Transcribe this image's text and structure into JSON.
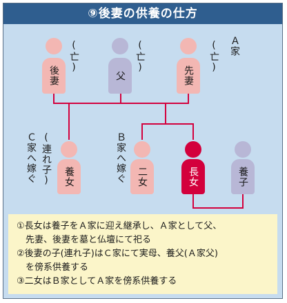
{
  "title": "⑨後妻の供養の仕方",
  "family": {
    "deceased_mark": "(亡)",
    "house_a_label": "Ａ家",
    "house_b_label": "Ｂ家へ嫁ぐ",
    "house_c_label": "Ｃ家へ嫁ぐ",
    "remarried_label": "(連れ子)",
    "second_wife": "後妻",
    "father": "父",
    "first_wife": "先妻",
    "stepchild": "養女",
    "second_daughter": "二女",
    "eldest_daughter": "長女",
    "adopted_son": "養子"
  },
  "colors": {
    "title_bg": "#2f5e8f",
    "panel_bg": "#c6dcef",
    "female": "#f3b7b3",
    "male": "#b8b7d6",
    "highlight": "#d3003c",
    "notes_bg": "#fbf5c9"
  },
  "notes": [
    {
      "line1": "①長女は養子をＡ家に迎え継承し、Ａ家として父、",
      "line2": "先妻、後妻を墓と仏壇にて祀る"
    },
    {
      "line1": "②後妻の子(連れ子)はＣ家にて実母、養父(Ａ家父)",
      "line2": "を傍系供養する"
    },
    {
      "line1": "③二女はＢ家としてＡ家を傍系供養する",
      "line2": ""
    }
  ]
}
